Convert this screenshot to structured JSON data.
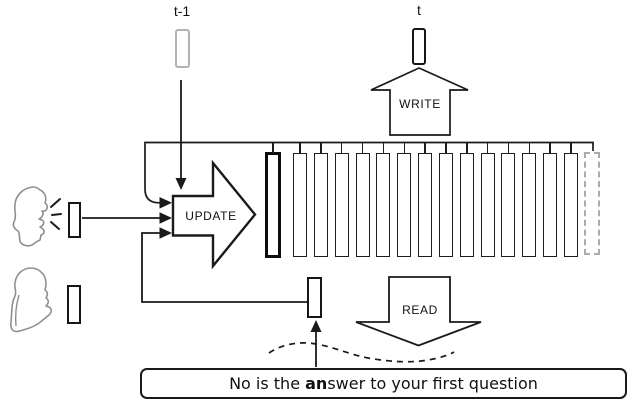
{
  "labels": {
    "prev_timestep": "t-1",
    "current_timestep": "t",
    "write": "WRITE",
    "update": "UPDATE",
    "read": "READ"
  },
  "memory": {
    "regular_slot_count": 14,
    "has_attended_bold_slot": true,
    "has_dashed_placeholder_slot": true
  },
  "caption": {
    "prefix": "No is the ",
    "bold": "an",
    "suffix": "swer to your first question"
  },
  "icons": {
    "left_top": "speaking-person-icon",
    "left_bottom": "listening-person-icon"
  },
  "colors": {
    "line": "#1a1a1a",
    "muted": "#9c9c9c",
    "background": "#ffffff"
  }
}
